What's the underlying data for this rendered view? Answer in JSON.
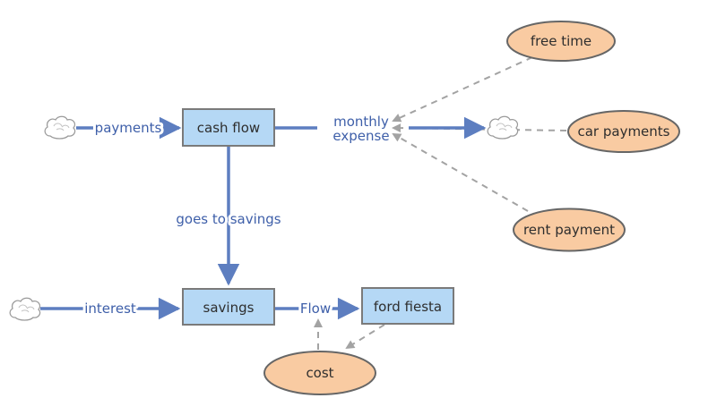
{
  "diagram": {
    "type": "stock-and-flow",
    "nodes": {
      "cash_flow": {
        "label": "cash flow",
        "kind": "stock"
      },
      "savings": {
        "label": "savings",
        "kind": "stock"
      },
      "ford_fiesta": {
        "label": "ford fiesta",
        "kind": "stock"
      },
      "free_time": {
        "label": "free time",
        "kind": "variable"
      },
      "car_payments": {
        "label": "car payments",
        "kind": "variable"
      },
      "rent_payment": {
        "label": "rent payment",
        "kind": "variable"
      },
      "cost": {
        "label": "cost",
        "kind": "variable"
      }
    },
    "flows": {
      "payments": {
        "label": "payments",
        "from": "cloud",
        "to": "cash flow"
      },
      "monthly_expense": {
        "lines": [
          "monthly",
          "expense"
        ],
        "from": "cash flow",
        "to": "cloud"
      },
      "goes_to_savings": {
        "label": "goes to savings",
        "from": "cash flow",
        "to": "savings"
      },
      "interest": {
        "label": "interest",
        "from": "cloud",
        "to": "savings"
      },
      "flow": {
        "label": "Flow",
        "from": "savings",
        "to": "ford fiesta"
      }
    },
    "influences": [
      {
        "from": "free time",
        "to": "monthly expense"
      },
      {
        "from": "car payments",
        "to": "monthly expense"
      },
      {
        "from": "rent payment",
        "to": "monthly expense"
      },
      {
        "from": "cost",
        "to": "Flow"
      },
      {
        "from": "ford fiesta",
        "to": "cost"
      }
    ],
    "icons": {
      "source_sink": "cloud-icon"
    },
    "colors": {
      "stock_fill": "#B5D8F5",
      "stock_border": "#7A7A7A",
      "variable_fill": "#F9CBA2",
      "variable_border": "#666666",
      "flow_color": "#5D7EC0",
      "label_color": "#3E5FA9",
      "influence_color": "#A3A3A3",
      "node_text": "#2E2E2E"
    }
  }
}
